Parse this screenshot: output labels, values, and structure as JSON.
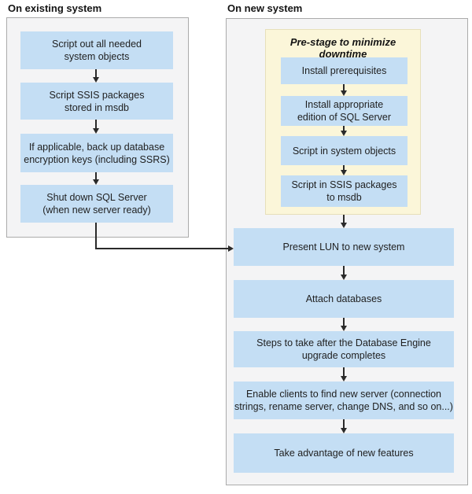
{
  "colors": {
    "page_bg": "#ffffff",
    "panel_bg": "#f4f4f5",
    "panel_border": "#ababab",
    "step_blue": "#c4def4",
    "prestage_bg": "#fbf6d9",
    "prestage_border": "#e7dfba",
    "arrow": "#2a2a2a",
    "text": "#1f1f1f"
  },
  "left_panel": {
    "title": "On existing system",
    "steps": [
      {
        "label": "Script out all needed\nsystem objects"
      },
      {
        "label": "Script SSIS packages\nstored in msdb"
      },
      {
        "label": "If applicable, back up database\nencryption keys (including SSRS)"
      },
      {
        "label": "Shut down SQL Server\n(when new server ready)"
      }
    ]
  },
  "right_panel": {
    "title": "On new system",
    "prestage": {
      "title": "Pre-stage to minimize downtime",
      "steps": [
        {
          "label": "Install prerequisites"
        },
        {
          "label": "Install appropriate\nedition of SQL Server"
        },
        {
          "label": "Script in system objects"
        },
        {
          "label": "Script in SSIS packages\nto msdb"
        }
      ]
    },
    "steps": [
      {
        "label": "Present LUN to new system"
      },
      {
        "label": "Attach databases"
      },
      {
        "label": "Steps to take after the Database Engine\nupgrade completes"
      },
      {
        "label": "Enable clients to find new server (connection\nstrings, rename server, change DNS, and so on...)"
      },
      {
        "label": "Take advantage of new features"
      }
    ]
  }
}
